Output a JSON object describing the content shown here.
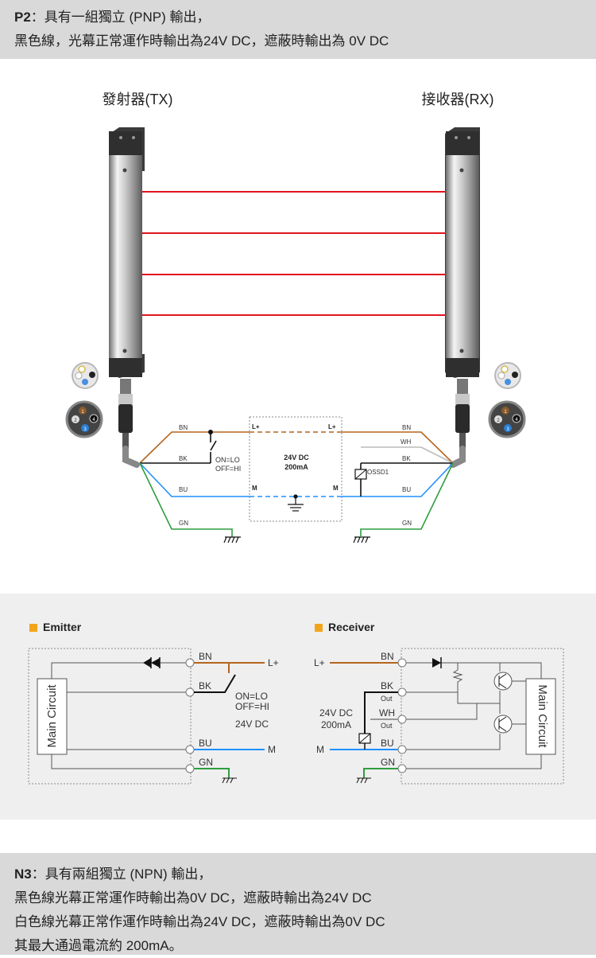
{
  "top": {
    "title_code": "P2",
    "title_rest": "：具有一組獨立 (PNP) 輸出，",
    "line2": "黑色線，光幕正常運作時輸出為24V DC，遮蔽時輸出為 0V DC"
  },
  "diagram": {
    "tx_label": "發射器(TX)",
    "rx_label": "接收器(RX)",
    "pin_labels": [
      "1",
      "2",
      "3",
      "4"
    ],
    "left_wires": {
      "bn": "BN",
      "bk": "BK",
      "bu": "BU",
      "gn": "GN"
    },
    "right_wires": {
      "bn": "BN",
      "wh": "WH",
      "bk": "BK",
      "bu": "BU",
      "gn": "GN"
    },
    "switch_on": "ON=LO",
    "switch_off": "OFF=HI",
    "supply_voltage": "24V DC",
    "supply_current": "200mA",
    "l_plus_left": "L+",
    "l_plus_right": "L+",
    "m_left": "M",
    "m_right": "M",
    "ossd_label": "OSSD1",
    "colors": {
      "bn": "#b5651d",
      "bu": "#1e90ff",
      "gn": "#2e9e3e",
      "bk": "#111111",
      "wh": "#bbbbbb",
      "beam": "#e0141e"
    }
  },
  "schematic": {
    "emitter_title": "Emitter",
    "receiver_title": "Receiver",
    "main_circuit_left": "Main Circuit",
    "main_circuit_right": "Main Circuit",
    "em_bn": "BN",
    "em_bk": "BK",
    "em_bu": "BU",
    "em_gn": "GN",
    "em_lplus": "L+",
    "em_m": "M",
    "em_on": "ON=LO",
    "em_off": "OFF=HI",
    "em_voltage": "24V DC",
    "rx_lplus": "L+",
    "rx_m": "M",
    "rx_voltage": "24V DC",
    "rx_current": "200mA",
    "rx_bn": "BN",
    "rx_bk": "BK",
    "rx_out1": "Out",
    "rx_wh": "WH",
    "rx_out2": "Out",
    "rx_bu": "BU",
    "rx_gn": "GN",
    "accent": "#f2a51a"
  },
  "bottom": {
    "title_code": "N3",
    "title_rest": "：具有兩組獨立 (NPN) 輸出，",
    "line2": "黑色線光幕正常運作時輸出為0V DC，遮蔽時輸出為24V DC",
    "line3": "白色線光幕正常作運作時輸出為24V DC，遮蔽時輸出為0V DC",
    "line4": "其最大通過電流約 200mA。"
  }
}
